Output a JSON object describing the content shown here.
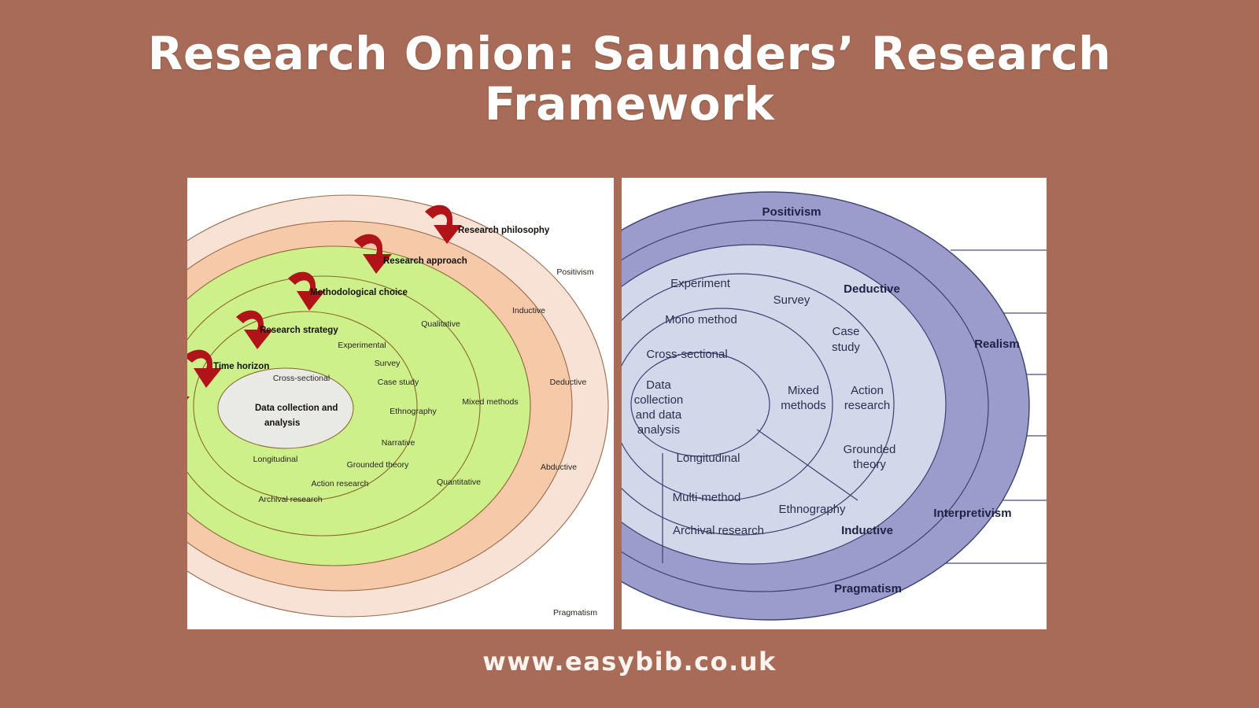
{
  "page": {
    "background_color": "#a76b57",
    "title_line1": "Research Onion: Saunders’ Research",
    "title_line2": "Framework",
    "footer": "www.easybib.co.uk",
    "title_color": "#ffffff"
  },
  "left_diagram": {
    "name": "research-onion-annotated",
    "panel_background": "#ffffff",
    "colors": {
      "ring_outer": "#f8e2d6",
      "ring_second": "#f6c9a9",
      "ring_green": "#cdf08a",
      "core": "#e9e9e5",
      "stroke": "#8a5a3c",
      "arrow": "#b01318"
    },
    "callouts": [
      {
        "label": "Research philosophy",
        "icon": "curved-arrow-icon"
      },
      {
        "label": "Research approach",
        "icon": "curved-arrow-icon"
      },
      {
        "label": "Methodological choice",
        "icon": "curved-arrow-icon"
      },
      {
        "label": "Research strategy",
        "icon": "curved-arrow-icon"
      },
      {
        "label": "Time horizon",
        "icon": "curved-arrow-icon"
      },
      {
        "label": "Data collection and analysis",
        "icon": "curved-arrow-icon"
      }
    ],
    "layer_labels": {
      "philosophy": [
        "Positivism",
        "Pragmatism"
      ],
      "approach": [
        "Inductive",
        "Deductive",
        "Abductive"
      ],
      "methodological_choice": [
        "Qualitative",
        "Quantitative",
        "Mixed methods"
      ],
      "strategy": [
        "Experimental",
        "Survey",
        "Case study",
        "Ethnography",
        "Narrative",
        "Grounded theory",
        "Action research",
        "Archival research"
      ],
      "time_horizon": [
        "Cross-sectional",
        "Longitudinal"
      ],
      "core": "Data collection and analysis"
    }
  },
  "right_diagram": {
    "name": "research-onion-plain",
    "panel_background": "#ffffff",
    "colors": {
      "ring_outer": "#9b9ccb",
      "ring_inner": "#d3d7ea",
      "stroke": "#3b4170",
      "leader_line": "#4a4f78"
    },
    "philosophy_labels": [
      "Positivism",
      "Realism",
      "Interpretivism",
      "Pragmatism"
    ],
    "approach_labels": [
      "Deductive",
      "Inductive"
    ],
    "inner_labels": [
      "Experiment",
      "Survey",
      "Mono method",
      "Case study",
      "Cross-sectional",
      "Mixed methods",
      "Action research",
      "Data collection and data analysis",
      "Grounded theory",
      "Longitudinal",
      "Multi-method",
      "Ethnography",
      "Archival research"
    ],
    "inner_label_lines": {
      "data_core": [
        "Data",
        "collection",
        "and data",
        "analysis"
      ],
      "case_study": [
        "Case",
        "study"
      ],
      "mixed_methods": [
        "Mixed",
        "methods"
      ],
      "action_research": [
        "Action",
        "research"
      ],
      "grounded_theory": [
        "Grounded",
        "theory"
      ]
    },
    "leader_lines_count": 6
  }
}
